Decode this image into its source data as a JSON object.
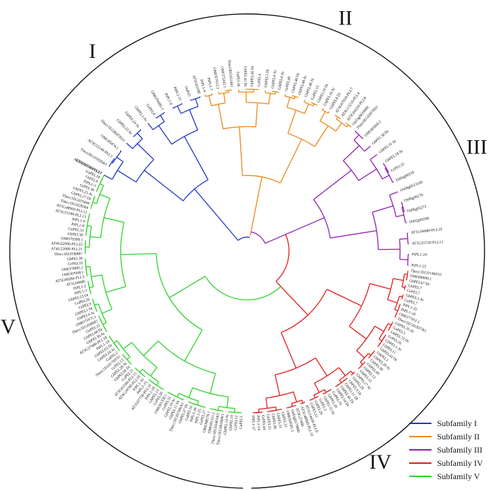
{
  "subfamilies": [
    {
      "id": "I",
      "label": "I",
      "legend": "Subfamily I",
      "color": "#1f35c9"
    },
    {
      "id": "II",
      "label": "II",
      "legend": "Subfamily II",
      "color": "#e8891a"
    },
    {
      "id": "III",
      "label": "III",
      "legend": "Subfamily III",
      "color": "#8b1fb0"
    },
    {
      "id": "IV",
      "label": "IV",
      "legend": "Subfamily IV",
      "color": "#e01b1b"
    },
    {
      "id": "V",
      "label": "V",
      "legend": "Subfamily V",
      "color": "#2fd12f"
    }
  ],
  "leaves": {
    "I": [
      "AT3G09540-PLL1",
      "ThecclEG018264t1",
      "AT3G55140-PLL5",
      "OMO45474.1",
      "Thecc1EG004781t1",
      "GbPEL23 At",
      "GbPEL24 At",
      "GhPEL1 At",
      "GrPEL8",
      "OMO76085.1",
      "PtPL1-6",
      "PtPL1-11",
      "OsPel1",
      "AT5G63180"
    ],
    "II": [
      "PtPL1-4",
      "PtPL1-7",
      "OMO57012.1",
      "OMO75342.1",
      "ThecclEG031461",
      "GrPEL36",
      "GbPEL42 Dt",
      "GhPEL36 Dt",
      "GrPEL4",
      "GbPEL5 Dt",
      "GbPEL4 At",
      "GhPEL4 At",
      "GrPEL40",
      "GhPEL40 Dt",
      "GbPEL48 At",
      "GhPEL48 At",
      "GaPEL15",
      "GbPEL10 Dt",
      "GhPEL16 At",
      "GhPEL8 Dt",
      "AT3G07010-PLL7",
      "AT4G13210-PLL4",
      "AT5G04310-PLL8",
      "Os03g0839000"
    ],
    "III": [
      "ThecclEG020785t1",
      "OMO83060.1",
      "GbPEL38 Dt",
      "GhPEL31 At",
      "GbPEL18 At",
      "GrPEL22",
      "Os06g00310",
      "Os04g0513100",
      "Os06g00270",
      "Os06g05272",
      "Os02g00299",
      "AT1G04680-PLL10",
      "AT5G55720-PLL11",
      "PtPL1-24",
      "PtPL1-23"
    ],
    "IV": [
      "Thecc1EG013841t1",
      "OMO08999.1",
      "GbPEL47 Dt",
      "GhPEL7",
      "GrPEL7",
      "GhPEL5 At",
      "GaPEL7",
      "PtPL1-22",
      "PtPL1-28",
      "OMO77451.1",
      "Thecc1EG018379t1",
      "GbPEL35 At",
      "GaPEL5",
      "GbPEL72 Dt",
      "GrPEL16",
      "GbPEL1 At",
      "GhPEL11",
      "GbPEL42 Dt",
      "GhPEL2",
      "GbPEL28 At",
      "GhPEL30",
      "GbPEL49",
      "GhPEL12",
      "GhPEL13",
      "GbPEL27 At",
      "GhPEL29",
      "GbPEL9 Dt",
      "GbPEL11 Dt",
      "GhPEL46 Dt",
      "GbPEL54 Dt",
      "GaPEL19",
      "GhPEL20",
      "GhPEL10 At",
      "GrPEL3",
      "GrPEL29",
      "GhPEL22",
      "AT1G14420-PLL9",
      "AT5G48900-PLL19",
      "AT3G27400",
      "Os03g0179800",
      "OMO59581.1",
      "GhPEL33",
      "GbPEL31",
      "GbPEL46",
      "GhPEL51",
      "GrPEL44",
      "PtPL1-14",
      "PtPL1-17"
    ],
    "V": [
      "GaPEL1",
      "GrPEL12",
      "GbPEL10",
      "GhPEL14 At",
      "Thecc1EG001869t1",
      "Thecc1EG024614t1",
      "OMO91311.1",
      "OMO08570.1",
      "GrPEL27",
      "PtPL1-25",
      "PtPL1-26",
      "GaPEL16",
      "GbPEL37 Dt",
      "Thecc1EG015063t1",
      "GbPEL11 Dt",
      "GhPEL19 At",
      "GrPEL31",
      "OMO81328.1",
      "GrPEL20",
      "GbPEL13",
      "PtPL1-18",
      "AT1G67750-PLL16",
      "PtPL1-15",
      "PtPL1-16",
      "AT4G24780-PLL18",
      "AT5G63180-PLL15",
      "GaPEL11",
      "GbPEL66 Dt",
      "GbPEL28 At",
      "GrPEL13",
      "Thecc1EG017037t1",
      "GaPEL2",
      "GhPEL24 At",
      "GbPEL63 Dt",
      "PtPL1-19",
      "AT3G27400-PLL18",
      "GbPEL30 At",
      "GbPEL68 Dt",
      "GaPEL32",
      "Thecc1EG038907",
      "OMO75975.1",
      "GbPEL4 At",
      "GhPEL1 Dt",
      "GrPEL9",
      "GaPEL20",
      "GhPEL53 Dt",
      "PtPL1-1",
      "PtPL1-2",
      "AT1G04680",
      "AT5G09280-PLL3",
      "OMO07008.1",
      "OMO79895.1",
      "GrPEL33",
      "GbPEL39",
      "Thecc1EG036887",
      "AT4G22080-PLL21",
      "AT4G22090-PLL22",
      "OMO70399.1",
      "GhPEL50",
      "GaPEL33",
      "PtPL1-8",
      "PtPL1-9",
      "AT3G53190-PLL13",
      "AT5G48900-PLL12",
      "Thecc1EG028504",
      "Thecc1EG035444",
      "GbPEL27 Dt",
      "GhPEL23 At",
      "GrPEL30",
      "PtPL1-3",
      "OsPEL9",
      "GaPEL18",
      "AT3G01270-PLL17"
    ]
  },
  "legend_order": [
    "I",
    "II",
    "III",
    "IV",
    "V"
  ]
}
